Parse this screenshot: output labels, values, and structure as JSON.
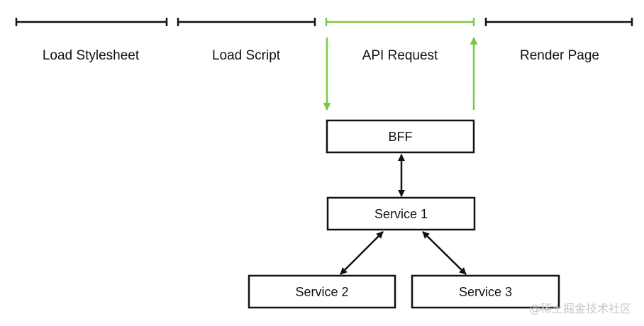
{
  "timeline": {
    "phases": [
      {
        "id": "load-stylesheet",
        "label": "Load Stylesheet",
        "highlighted": false
      },
      {
        "id": "load-script",
        "label": "Load Script",
        "highlighted": false
      },
      {
        "id": "api-request",
        "label": "API Request",
        "highlighted": true
      },
      {
        "id": "render-page",
        "label": "Render Page",
        "highlighted": false
      }
    ]
  },
  "nodes": {
    "bff": {
      "label": "BFF"
    },
    "service1": {
      "label": "Service 1"
    },
    "service2": {
      "label": "Service 2"
    },
    "service3": {
      "label": "Service 3"
    }
  },
  "edges": [
    {
      "from": "api-request",
      "to": "bff",
      "direction": "down",
      "color": "#7ac943"
    },
    {
      "from": "bff",
      "to": "api-request",
      "direction": "up",
      "color": "#7ac943"
    },
    {
      "from": "bff",
      "to": "service1",
      "direction": "both",
      "color": "#111111"
    },
    {
      "from": "service1",
      "to": "service2",
      "direction": "both",
      "color": "#111111"
    },
    {
      "from": "service1",
      "to": "service3",
      "direction": "both",
      "color": "#111111"
    }
  ],
  "colors": {
    "highlight": "#7ac943",
    "line": "#111111",
    "watermark": "#c8c8c8"
  },
  "watermark": {
    "text": "@稀土掘金技术社区"
  }
}
